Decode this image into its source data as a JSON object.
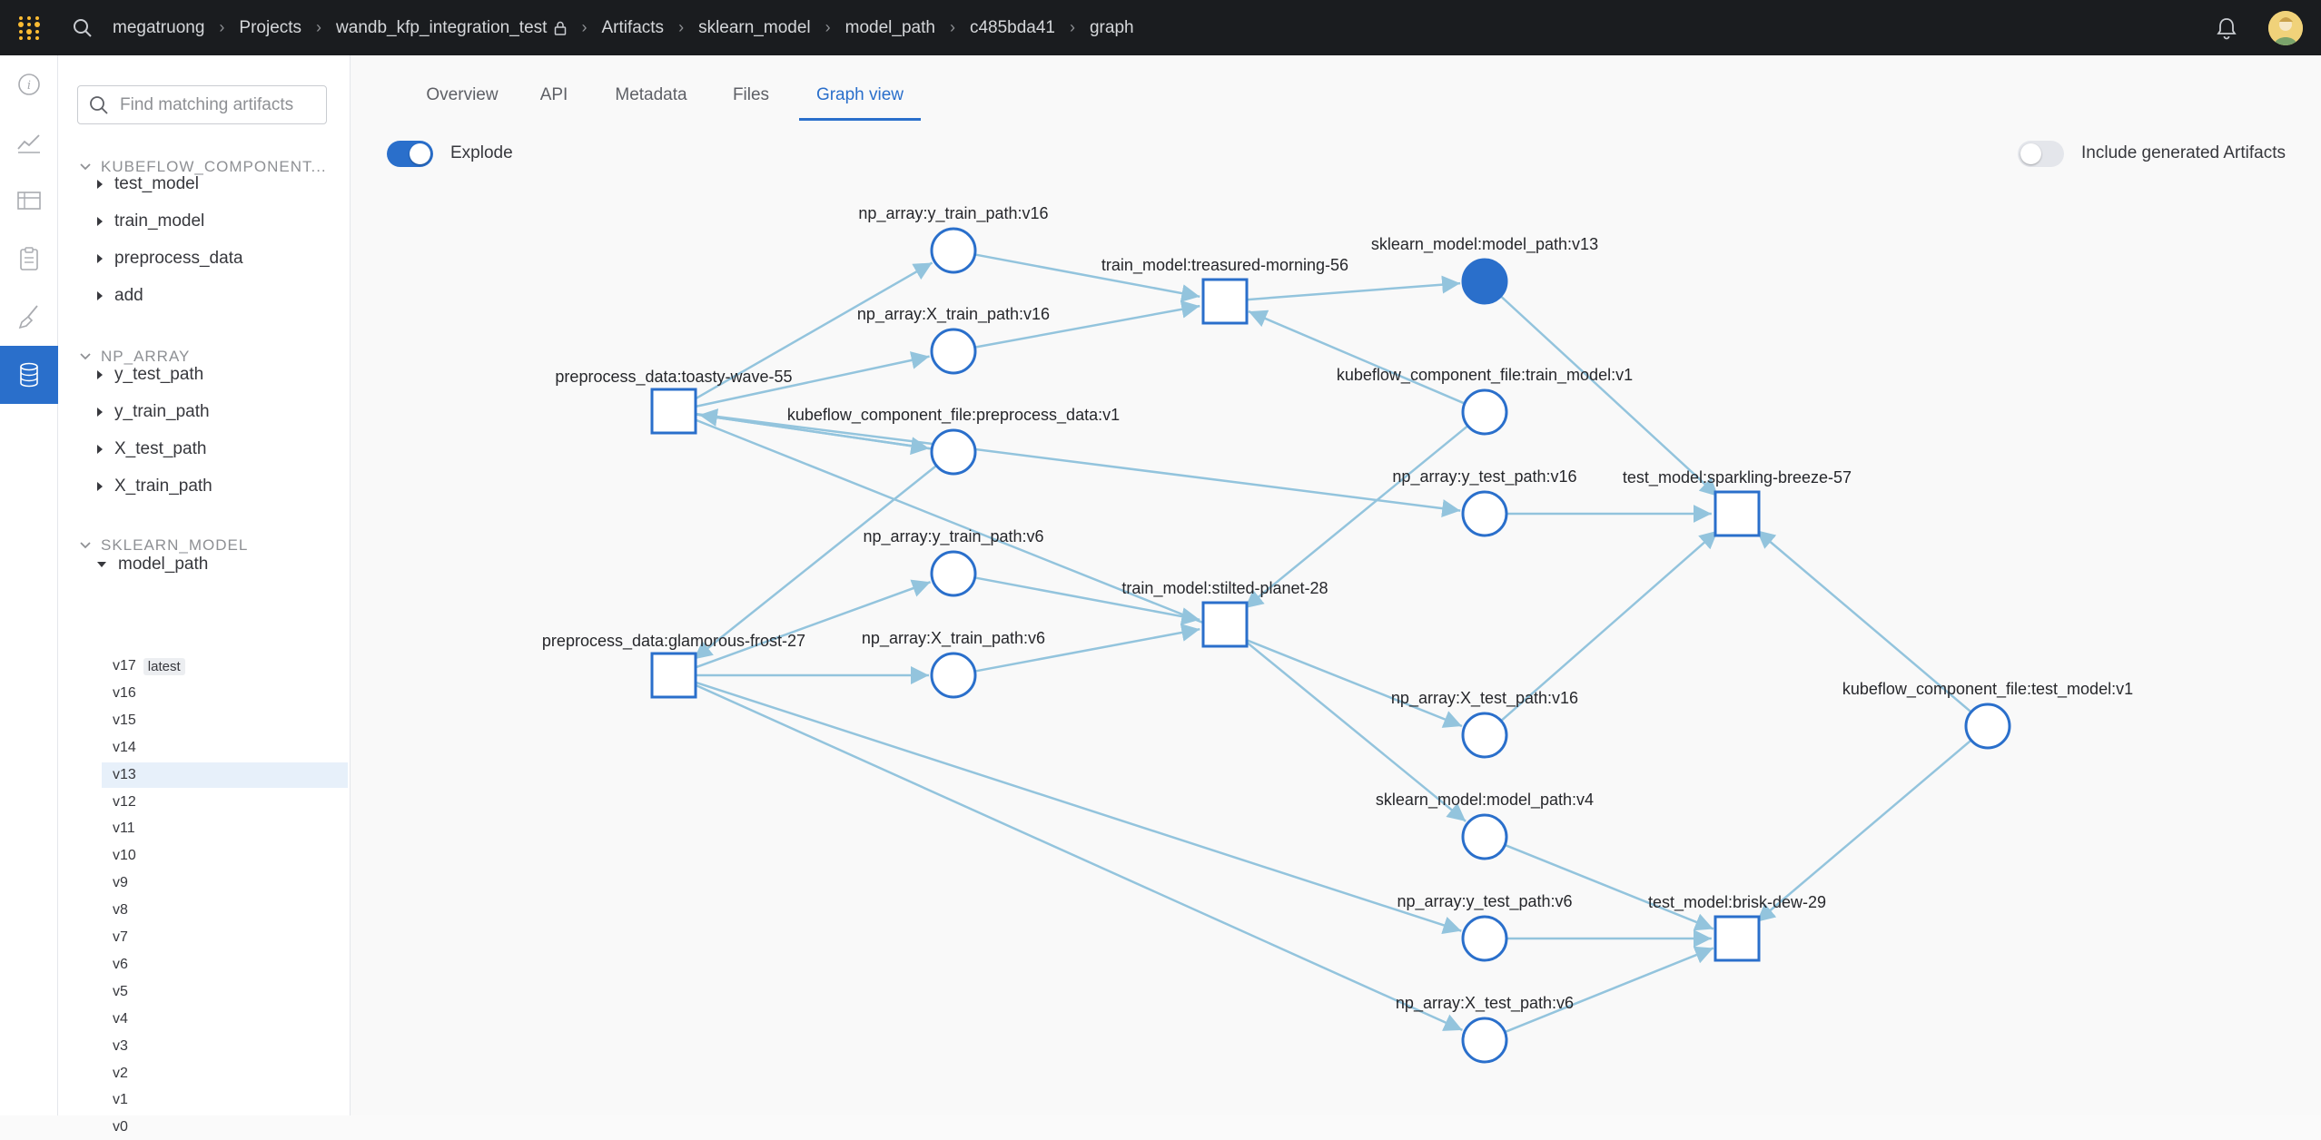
{
  "topbar": {
    "breadcrumbs": [
      "megatruong",
      "Projects",
      "wandb_kfp_integration_test",
      "Artifacts",
      "sklearn_model",
      "model_path",
      "c485bda41",
      "graph"
    ],
    "accent": "#2a6fcb"
  },
  "rail": {
    "icons": [
      "info-icon",
      "chart-icon",
      "table-icon",
      "clipboard-icon",
      "broom-icon",
      "database-icon"
    ]
  },
  "sidebar": {
    "search_placeholder": "Find matching artifacts",
    "sections": [
      {
        "title": "KUBEFLOW_COMPONENT...",
        "items": [
          "test_model",
          "train_model",
          "preprocess_data",
          "add"
        ]
      },
      {
        "title": "NP_ARRAY",
        "items": [
          "y_test_path",
          "y_train_path",
          "X_test_path",
          "X_train_path"
        ]
      },
      {
        "title": "SKLEARN_MODEL",
        "items": [
          "model_path"
        ]
      }
    ],
    "versions": [
      "v17",
      "v16",
      "v15",
      "v14",
      "v13",
      "v12",
      "v11",
      "v10",
      "v9",
      "v8",
      "v7",
      "v6",
      "v5",
      "v4",
      "v3",
      "v2",
      "v1",
      "v0"
    ],
    "latest_label": "latest",
    "selected_version": "v13"
  },
  "tabs": [
    "Overview",
    "API",
    "Metadata",
    "Files",
    "Graph view"
  ],
  "active_tab": "Graph view",
  "controls": {
    "explode_label": "Explode",
    "explode_on": true,
    "include_label": "Include generated Artifacts",
    "include_on": false
  },
  "graph": {
    "nodes": [
      {
        "id": "n1",
        "label": "preprocess_data:toasty-wave-55",
        "kind": "run"
      },
      {
        "id": "n2",
        "label": "preprocess_data:glamorous-frost-27",
        "kind": "run"
      },
      {
        "id": "n3",
        "label": "np_array:y_train_path:v16",
        "kind": "artifact"
      },
      {
        "id": "n4",
        "label": "np_array:X_train_path:v16",
        "kind": "artifact"
      },
      {
        "id": "n5",
        "label": "kubeflow_component_file:preprocess_data:v1",
        "kind": "artifact"
      },
      {
        "id": "n6",
        "label": "np_array:y_train_path:v6",
        "kind": "artifact"
      },
      {
        "id": "n7",
        "label": "np_array:X_train_path:v6",
        "kind": "artifact"
      },
      {
        "id": "n8",
        "label": "train_model:treasured-morning-56",
        "kind": "run"
      },
      {
        "id": "n9",
        "label": "train_model:stilted-planet-28",
        "kind": "run"
      },
      {
        "id": "n10",
        "label": "sklearn_model:model_path:v13",
        "kind": "artifact",
        "selected": true
      },
      {
        "id": "n11",
        "label": "kubeflow_component_file:train_model:v1",
        "kind": "artifact"
      },
      {
        "id": "n12",
        "label": "np_array:y_test_path:v16",
        "kind": "artifact"
      },
      {
        "id": "n13",
        "label": "np_array:X_test_path:v16",
        "kind": "artifact"
      },
      {
        "id": "n14",
        "label": "sklearn_model:model_path:v4",
        "kind": "artifact"
      },
      {
        "id": "n15",
        "label": "np_array:y_test_path:v6",
        "kind": "artifact"
      },
      {
        "id": "n16",
        "label": "np_array:X_test_path:v6",
        "kind": "artifact"
      },
      {
        "id": "n17",
        "label": "test_model:sparkling-breeze-57",
        "kind": "run"
      },
      {
        "id": "n18",
        "label": "test_model:brisk-dew-29",
        "kind": "run"
      },
      {
        "id": "n19",
        "label": "kubeflow_component_file:test_model:v1",
        "kind": "artifact"
      }
    ],
    "edges": [
      [
        "n1",
        "n3"
      ],
      [
        "n1",
        "n4"
      ],
      [
        "n1",
        "n5"
      ],
      [
        "n1",
        "n12"
      ],
      [
        "n1",
        "n13"
      ],
      [
        "n5",
        "n1"
      ],
      [
        "n5",
        "n2"
      ],
      [
        "n2",
        "n6"
      ],
      [
        "n2",
        "n7"
      ],
      [
        "n2",
        "n15"
      ],
      [
        "n2",
        "n16"
      ],
      [
        "n3",
        "n8"
      ],
      [
        "n4",
        "n8"
      ],
      [
        "n11",
        "n8"
      ],
      [
        "n6",
        "n9"
      ],
      [
        "n7",
        "n9"
      ],
      [
        "n11",
        "n9"
      ],
      [
        "n8",
        "n10"
      ],
      [
        "n9",
        "n14"
      ],
      [
        "n10",
        "n17"
      ],
      [
        "n12",
        "n17"
      ],
      [
        "n13",
        "n17"
      ],
      [
        "n19",
        "n17"
      ],
      [
        "n14",
        "n18"
      ],
      [
        "n15",
        "n18"
      ],
      [
        "n16",
        "n18"
      ],
      [
        "n19",
        "n18"
      ]
    ],
    "colors": {
      "edge": "#93c4dd",
      "node": "#2a6fcb",
      "fill": "#ffffff"
    }
  }
}
